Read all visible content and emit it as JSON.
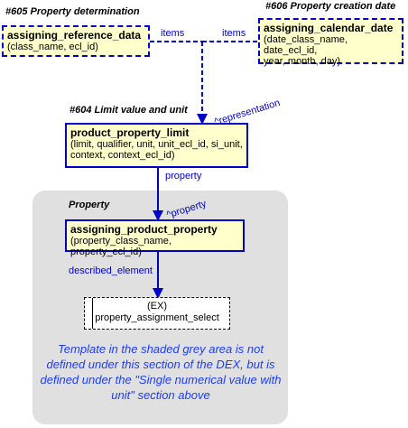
{
  "shaded_area": {
    "title": "Property"
  },
  "entities": {
    "e605": {
      "title": "#605 Property determination",
      "name": "assigning_reference_data",
      "attributes": "(class_name, ecl_id)"
    },
    "e606": {
      "title": "#606 Property creation date",
      "name": "assigning_calendar_date",
      "attributes_line1": "(date_class_name, date_ecl_id,",
      "attributes_line2": "year, month, day)"
    },
    "e604": {
      "title": "#604 Limit value and unit",
      "name": "product_property_limit",
      "attributes_line1": "(limit, qualifier, unit, unit_ecl_id, si_unit,",
      "attributes_line2": "context, context_ecl_id)"
    },
    "property": {
      "name": "assigning_product_property",
      "attributes": "(property_class_name, property_ecl_id)"
    },
    "select": {
      "stereotype": "(EX)",
      "name": "property_assignment_select"
    }
  },
  "relations": {
    "items_left": "items",
    "items_right": "items",
    "representation": "^representation",
    "property": "property",
    "inverse_property": "^property",
    "described_element": "described_element"
  },
  "note": "Template in the shaded grey area is not defined under this section of the DEX, but is defined under the \"Single numerical value with unit\" section above",
  "colors": {
    "relation_line": "#0000cc",
    "box_fill": "#ffffcc",
    "shade_fill": "#e0e0e0",
    "note_text": "#1a3cff"
  }
}
